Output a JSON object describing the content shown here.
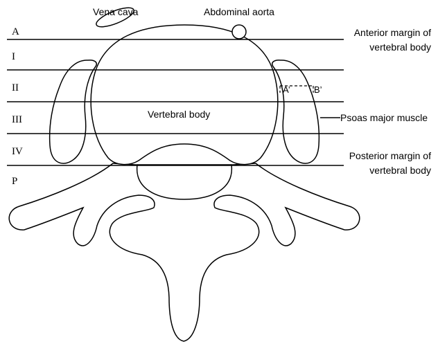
{
  "labels": {
    "vena_cava": "Vena cava",
    "abdominal_aorta": "Abdominal aorta",
    "anterior_margin_line1": "Anterior margin of",
    "anterior_margin_line2": "vertebral body",
    "posterior_margin_line1": "Posterior margin of",
    "posterior_margin_line2": "vertebral body",
    "vertebral_body": "Vertebral body",
    "psoas_major": "Psoas major muscle",
    "point_a_prime": "A’",
    "point_b_prime": "B’"
  },
  "zones": [
    "A",
    "I",
    "II",
    "III",
    "IV",
    "P"
  ]
}
